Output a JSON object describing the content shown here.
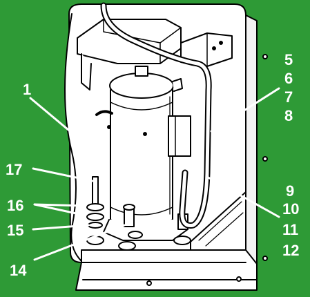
{
  "figure": {
    "background_color": "#2e9a36",
    "line_color": "#ffffff",
    "callouts": [
      {
        "id": "c1",
        "text": "1"
      },
      {
        "id": "c5",
        "text": "5"
      },
      {
        "id": "c6",
        "text": "6"
      },
      {
        "id": "c7",
        "text": "7"
      },
      {
        "id": "c8",
        "text": "8"
      },
      {
        "id": "c9",
        "text": "9"
      },
      {
        "id": "c10",
        "text": "10"
      },
      {
        "id": "c11",
        "text": "11"
      },
      {
        "id": "c12",
        "text": "12"
      },
      {
        "id": "c14",
        "text": "14"
      },
      {
        "id": "c15",
        "text": "15"
      },
      {
        "id": "c16",
        "text": "16"
      },
      {
        "id": "c17",
        "text": "17"
      }
    ]
  }
}
